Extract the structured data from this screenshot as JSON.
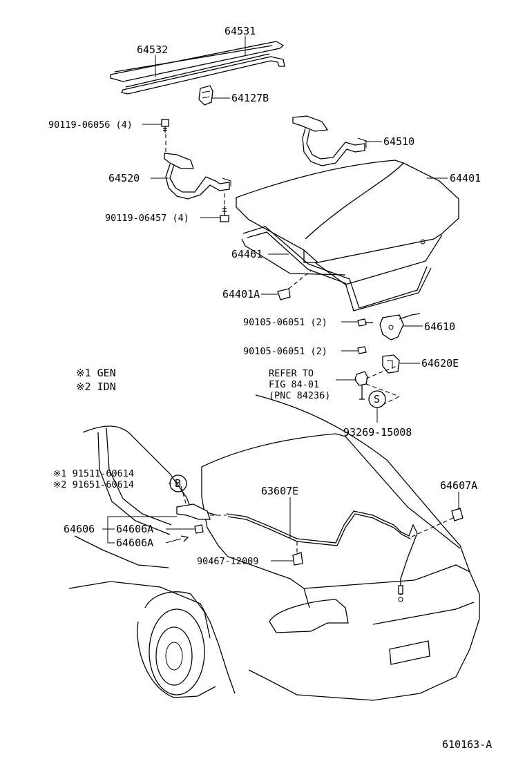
{
  "labels": {
    "p64531": "64531",
    "p64532": "64532",
    "p64127B": "64127B",
    "p90119_06056": "90119-06056 (4)",
    "p64510": "64510",
    "p64520": "64520",
    "p64401": "64401",
    "p90119_06457": "90119-06457 (4)",
    "p64461": "64461",
    "p64401A": "64401A",
    "p90105_06051_a": "90105-06051 (2)",
    "p64610": "64610",
    "p90105_06051_b": "90105-06051 (2)",
    "p64620E": "64620E",
    "refer1": "REFER TO",
    "refer2": "FIG 84-01",
    "refer3": "(PNC 84236)",
    "s_mark": "S",
    "p93269_15008": "93269-15008",
    "note1": "※1 GEN",
    "note2": "※2 IDN",
    "p91511": "※1 91511-60614",
    "p91651": "※2 91651-60614",
    "b_mark": "B",
    "p63607E": "63607E",
    "p64607A": "64607A",
    "p64606": "64606",
    "p64606A_1": "64606A",
    "p64606A_2": "64606A",
    "p90467_12009": "90467-12009",
    "fig_id": "610163-A"
  }
}
